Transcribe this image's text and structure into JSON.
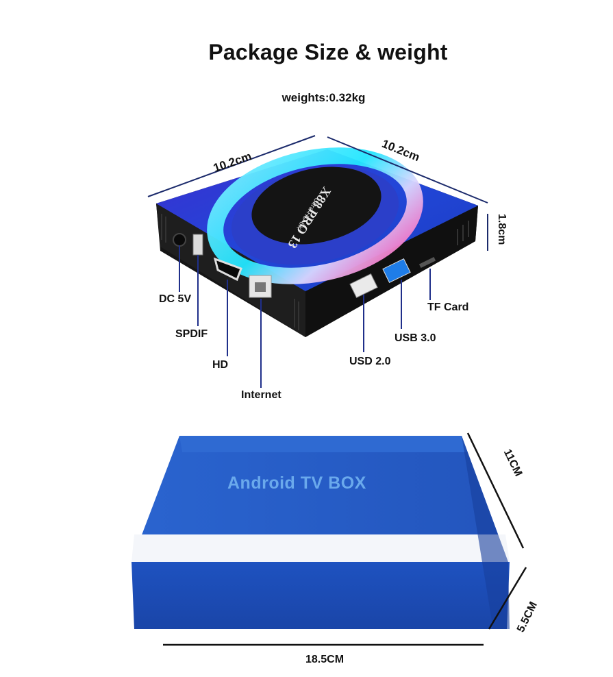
{
  "header": {
    "title": "Package Size & weight",
    "weight": "weights:0.32kg"
  },
  "device": {
    "brand_text": "X88 PRO 13",
    "sub_text": "Ultra HD 8K",
    "dimensions": {
      "width_left": "10.2cm",
      "width_right": "10.2cm",
      "height": "1.8cm"
    },
    "ports": {
      "dc": "DC 5V",
      "spdif": "SPDIF",
      "hd": "HD",
      "internet": "Internet",
      "usb2": "USD 2.0",
      "usb3": "USB 3.0",
      "tf": "TF Card"
    }
  },
  "box": {
    "label": "Android TV BOX",
    "dimensions": {
      "length": "18.5CM",
      "width": "11CM",
      "height": "5.5CM"
    }
  },
  "colors": {
    "device_top": "#2a3ec8",
    "device_body": "#151515",
    "ring_cyan": "#22e6ff",
    "ring_magenta": "#ff4fb0",
    "box_blue": "#1f4fb0",
    "box_blue_light": "#2d6ad0",
    "box_label": "#6aa9ec",
    "dim_line": "#1b2a6b",
    "leader_line": "#1f2f8a"
  }
}
